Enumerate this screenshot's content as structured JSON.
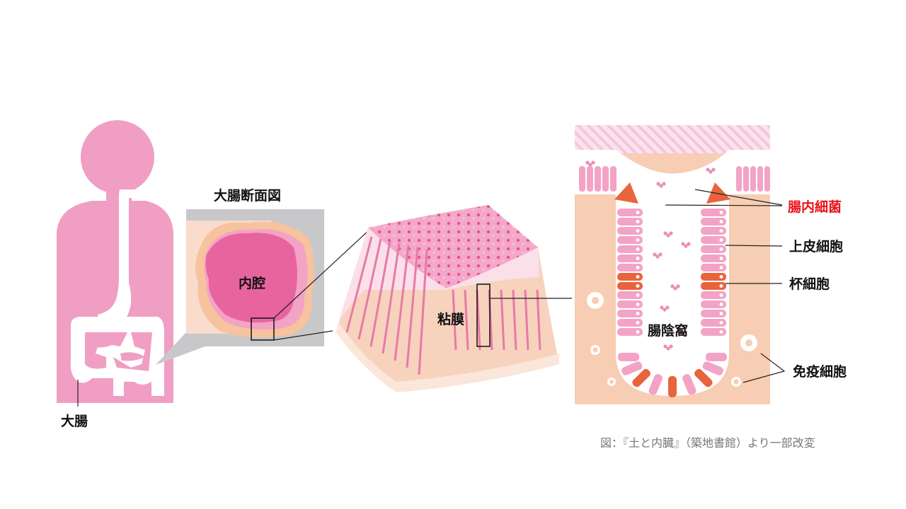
{
  "body_figure": {
    "label": "大腸"
  },
  "cross_section": {
    "title": "大腸断面図",
    "lumen_label": "内腔"
  },
  "mucosa_block": {
    "label": "粘膜"
  },
  "crypt_panel": {
    "crypt_label": "腸陰窩",
    "labels": {
      "bacteria": "腸内細菌",
      "epithelial": "上皮細胞",
      "goblet": "杯細胞",
      "immune": "免疫細胞"
    }
  },
  "caption": "図：『土と内臓』（築地書館）より一部改変",
  "colors": {
    "body": "#f09ec4",
    "lumen": "#e8649e",
    "tissue": "#f7cdb3",
    "goblet": "#e8643c",
    "highlight": "#e8141b",
    "gray": "#c8c8ca"
  }
}
